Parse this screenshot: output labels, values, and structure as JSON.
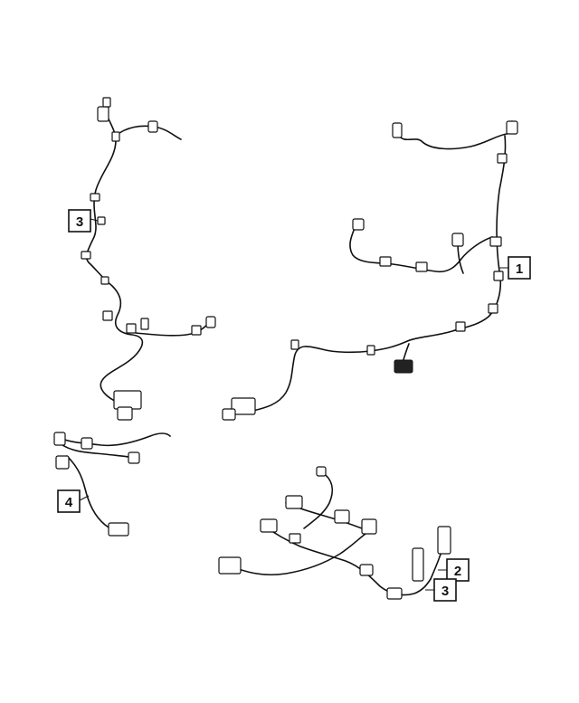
{
  "callouts": [
    {
      "id": "callout-1",
      "label": "1"
    },
    {
      "id": "callout-2",
      "label": "2"
    },
    {
      "id": "callout-3-upper",
      "label": "3"
    },
    {
      "id": "callout-3-lower",
      "label": "3"
    },
    {
      "id": "callout-4",
      "label": "4"
    }
  ]
}
